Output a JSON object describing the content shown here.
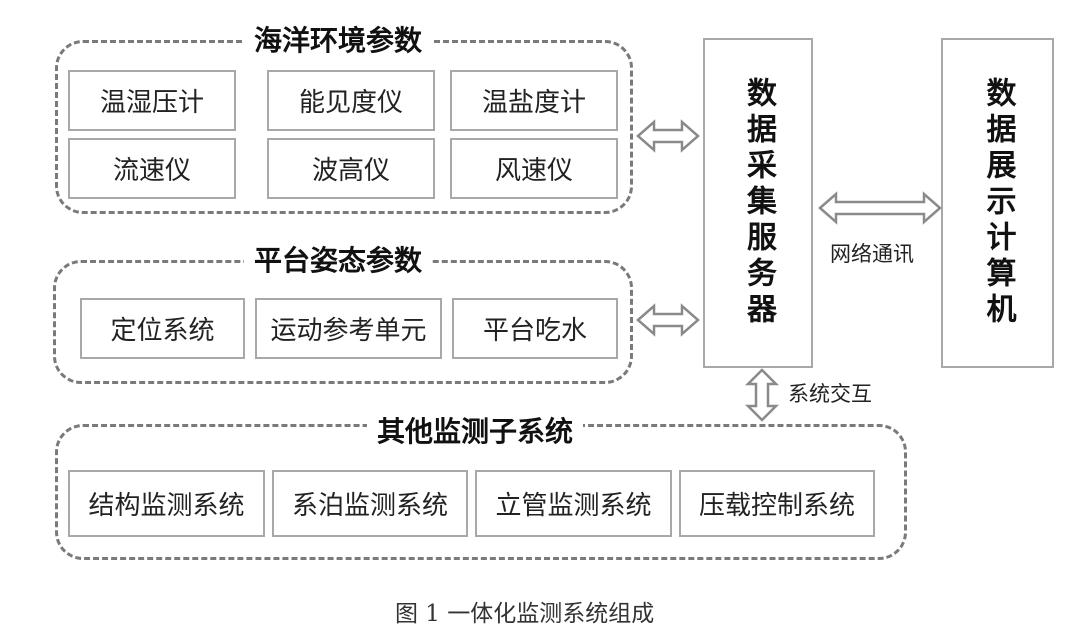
{
  "groups": {
    "ocean": {
      "title": "海洋环境参数",
      "items": [
        "温湿压计",
        "能见度仪",
        "温盐度计",
        "流速仪",
        "波高仪",
        "风速仪"
      ]
    },
    "platform": {
      "title": "平台姿态参数",
      "items": [
        "定位系统",
        "运动参考单元",
        "平台吃水"
      ]
    },
    "other": {
      "title": "其他监测子系统",
      "items": [
        "结构监测系统",
        "系泊监测系统",
        "立管监测系统",
        "压载控制系统"
      ]
    }
  },
  "server": {
    "label": "数据采集服务器"
  },
  "display": {
    "label": "数据展示计算机"
  },
  "links": {
    "network": "网络通讯",
    "interaction": "系统交互"
  },
  "caption": "图 1 一体化监测系统组成",
  "colors": {
    "dashed_border": "#7a7a7a",
    "box_border": "#a8a8a8",
    "arrow": "#8a8a8a"
  },
  "edges": [
    {
      "from": "ocean",
      "to": "server",
      "direction": "both"
    },
    {
      "from": "platform",
      "to": "server",
      "direction": "both"
    },
    {
      "from": "server",
      "to": "display",
      "direction": "both",
      "label": "network"
    },
    {
      "from": "server",
      "to": "other",
      "direction": "both",
      "label": "interaction"
    }
  ]
}
